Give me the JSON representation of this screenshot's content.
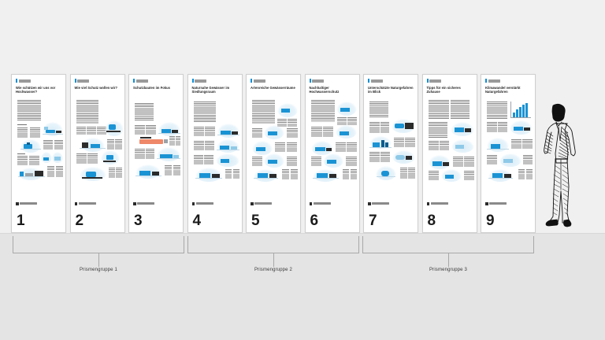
{
  "scene": {
    "background_color": "#f0f0f0",
    "floor_color": "#e4e4e4",
    "accent_color": "#0a8fd8",
    "panel_background": "#ffffff",
    "panel_border_color": "#cfcfcf"
  },
  "exhibition": {
    "panels": [
      {
        "number": "1",
        "title": "Wie schützen wir uns vor Hochwasser?"
      },
      {
        "number": "2",
        "title": "Wie viel Schutz wollen wir?"
      },
      {
        "number": "3",
        "title": "Schutzbauten im Fokus"
      },
      {
        "number": "4",
        "title": "Naturnahe Gewässer im Siedlungsraum"
      },
      {
        "number": "5",
        "title": "Artenreiche Gewässerräume"
      },
      {
        "number": "6",
        "title": "Nachhaltiger Hochwasserschutz"
      },
      {
        "number": "7",
        "title": "Unterschätzte Naturgefahren im Blick"
      },
      {
        "number": "8",
        "title": "Tipps für ein sicheres Zuhause"
      },
      {
        "number": "9",
        "title": "Klimawandel verstärkt Naturgefahren"
      }
    ],
    "groups": [
      {
        "label": "Prismengruppe 1",
        "panels": [
          "1",
          "2",
          "3"
        ]
      },
      {
        "label": "Prismengruppe 2",
        "panels": [
          "4",
          "5",
          "6"
        ]
      },
      {
        "label": "Prismengruppe 3",
        "panels": [
          "7",
          "8",
          "9"
        ]
      }
    ],
    "scale_figure": "standing-man-sketch"
  }
}
